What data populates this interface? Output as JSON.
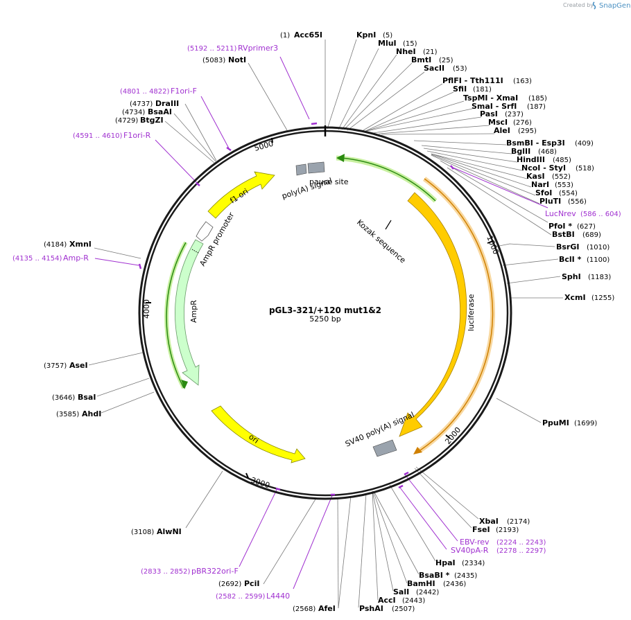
{
  "credit": {
    "created_by": "Created by",
    "brand": "SnapGene"
  },
  "plasmid": {
    "name": "pGL3-321/+120 mut1&2",
    "size": "5250 bp"
  },
  "ticks": [
    "1000",
    "2000",
    "3000",
    "4000",
    "5000"
  ],
  "features": [
    {
      "id": "luciferase",
      "label": "luciferase",
      "color": "#ffcc00"
    },
    {
      "id": "sv40",
      "label": "SV40 poly(A) signal",
      "color": "#9aa3ad"
    },
    {
      "id": "ori",
      "label": "ori",
      "color": "#ffff00"
    },
    {
      "id": "ampr",
      "label": "AmpR",
      "color": "#ccffcc"
    },
    {
      "id": "ampr-promoter",
      "label": "AmpR promoter",
      "color": "#ffffff"
    },
    {
      "id": "f1ori",
      "label": "f1 ori",
      "color": "#ffff00"
    },
    {
      "id": "polya",
      "label": "poly(A) signal",
      "color": "#9aa3ad"
    },
    {
      "id": "pause",
      "label": "pause site",
      "color": "#9aa3ad"
    },
    {
      "id": "kozak",
      "label": "Kozak sequence",
      "color": "#000000"
    }
  ],
  "enzymes": [
    {
      "name": "Acc65I",
      "pos": "(1)"
    },
    {
      "name": "KpnI",
      "pos": "(5)"
    },
    {
      "name": "MluI",
      "pos": "(15)"
    },
    {
      "name": "NheI",
      "pos": "(21)"
    },
    {
      "name": "BmtI",
      "pos": "(25)"
    },
    {
      "name": "SacII",
      "pos": "(53)"
    },
    {
      "name": "PflFI  - Tth111I",
      "pos": "(163)"
    },
    {
      "name": "SfiI",
      "pos": "(181)"
    },
    {
      "name": "TspMI  - XmaI",
      "pos": "(185)"
    },
    {
      "name": "SmaI  - SrfI",
      "pos": "(187)"
    },
    {
      "name": "PasI",
      "pos": "(237)"
    },
    {
      "name": "MscI",
      "pos": "(276)"
    },
    {
      "name": "AleI",
      "pos": "(295)"
    },
    {
      "name": "BsmBI   - Esp3I",
      "pos": "(409)"
    },
    {
      "name": "BglII",
      "pos": "(468)"
    },
    {
      "name": "HindIII",
      "pos": "(485)"
    },
    {
      "name": "NcoI  - StyI",
      "pos": "(518)"
    },
    {
      "name": "KasI",
      "pos": "(552)"
    },
    {
      "name": "NarI",
      "pos": "(553)"
    },
    {
      "name": "SfoI",
      "pos": "(554)"
    },
    {
      "name": "PluTI",
      "pos": "(556)"
    },
    {
      "name": "PfoI *",
      "pos": "(627)"
    },
    {
      "name": "BstBI",
      "pos": "(689)"
    },
    {
      "name": "BsrGI",
      "pos": "(1010)"
    },
    {
      "name": "BclI *",
      "pos": "(1100)"
    },
    {
      "name": "SphI",
      "pos": "(1183)"
    },
    {
      "name": "XcmI",
      "pos": "(1255)"
    },
    {
      "name": "PpuMI",
      "pos": "(1699)"
    },
    {
      "name": "XbaI",
      "pos": "(2174)"
    },
    {
      "name": "FseI",
      "pos": "(2193)"
    },
    {
      "name": "HpaI",
      "pos": "(2334)"
    },
    {
      "name": "BsaBI *",
      "pos": "(2435)"
    },
    {
      "name": "BamHI",
      "pos": "(2436)"
    },
    {
      "name": "SalI",
      "pos": "(2442)"
    },
    {
      "name": "AccI",
      "pos": "(2443)"
    },
    {
      "name": "PshAI",
      "pos": "(2507)"
    },
    {
      "name": "AfeI",
      "pos": "(2568)"
    },
    {
      "name": "PciI",
      "pos": "(2692)"
    },
    {
      "name": "AlwNI",
      "pos": "(3108)"
    },
    {
      "name": "AhdI",
      "pos": "(3585)"
    },
    {
      "name": "BsaI",
      "pos": "(3646)"
    },
    {
      "name": "AseI",
      "pos": "(3757)"
    },
    {
      "name": "XmnI",
      "pos": "(4184)"
    },
    {
      "name": "BtgZI",
      "pos": "(4729)"
    },
    {
      "name": "BsaAI",
      "pos": "(4734)"
    },
    {
      "name": "DraIII",
      "pos": "(4737)"
    },
    {
      "name": "NotI",
      "pos": "(5083)"
    }
  ],
  "primers": [
    {
      "name": "RVprimer3",
      "range": "(5192 .. 5211)"
    },
    {
      "name": "F1ori-F",
      "range": "(4801 .. 4822)"
    },
    {
      "name": "F1ori-R",
      "range": "(4591 .. 4610)"
    },
    {
      "name": "LucNrev",
      "range": "(586 .. 604)"
    },
    {
      "name": "Amp-R",
      "range": "(4135 .. 4154)"
    },
    {
      "name": "EBV-rev",
      "range": "(2224 .. 2243)"
    },
    {
      "name": "SV40pA-R",
      "range": "(2278 .. 2297)"
    },
    {
      "name": "pBR322ori-F",
      "range": "(2833 .. 2852)"
    },
    {
      "name": "L4440",
      "range": "(2582 .. 2599)"
    }
  ]
}
